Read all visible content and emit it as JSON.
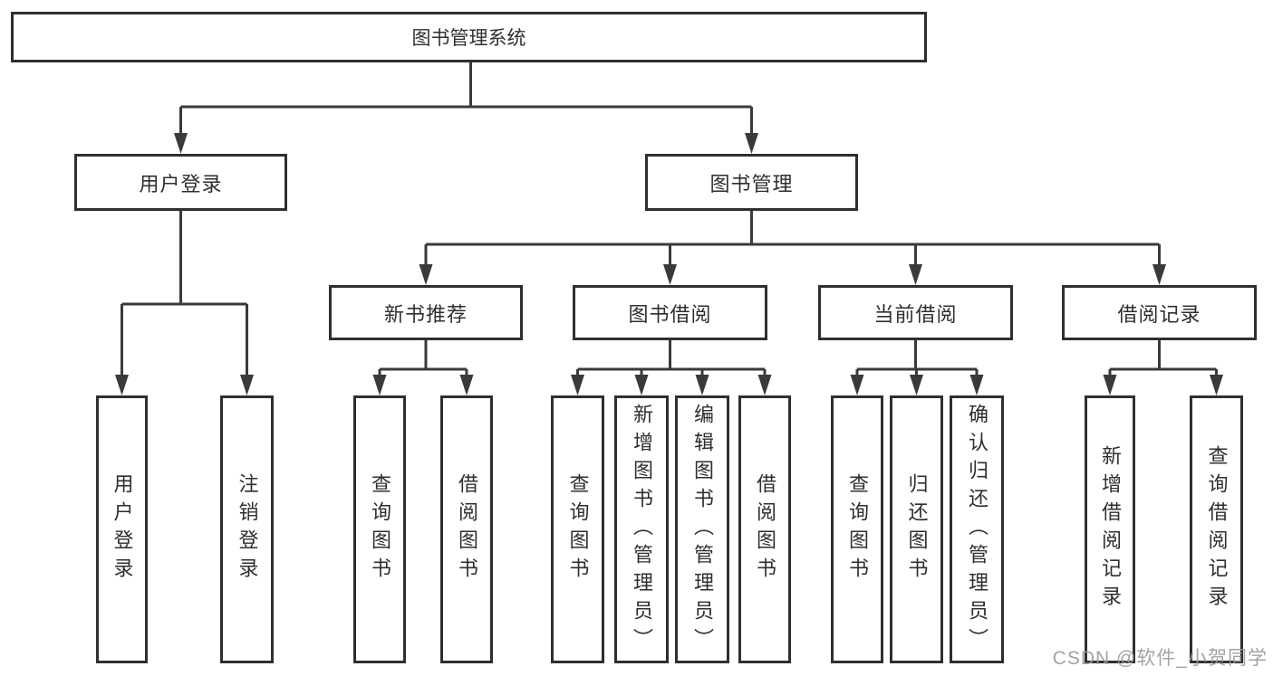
{
  "diagram": {
    "title": "图书管理系统",
    "type": "hierarchy-tree",
    "root": {
      "label": "图书管理系统"
    },
    "level2": [
      {
        "label": "用户登录"
      },
      {
        "label": "图书管理"
      }
    ],
    "level3": [
      {
        "label": "新书推荐"
      },
      {
        "label": "图书借阅"
      },
      {
        "label": "当前借阅"
      },
      {
        "label": "借阅记录"
      }
    ],
    "leaves": [
      {
        "label": "用户登录"
      },
      {
        "label": "注销登录"
      },
      {
        "label": "查询图书"
      },
      {
        "label": "借阅图书"
      },
      {
        "label": "查询图书"
      },
      {
        "label": "新增图书（管理员）"
      },
      {
        "label": "编辑图书（管理员）"
      },
      {
        "label": "借阅图书"
      },
      {
        "label": "查询图书"
      },
      {
        "label": "归还图书"
      },
      {
        "label": "确认归还（管理员）"
      },
      {
        "label": "新增借阅记录"
      },
      {
        "label": "查询借阅记录"
      }
    ],
    "hierarchy": {
      "图书管理系统": {
        "用户登录": [
          "用户登录",
          "注销登录"
        ],
        "图书管理": {
          "新书推荐": [
            "查询图书",
            "借阅图书"
          ],
          "图书借阅": [
            "查询图书",
            "新增图书（管理员）",
            "编辑图书（管理员）",
            "借阅图书"
          ],
          "当前借阅": [
            "查询图书",
            "归还图书",
            "确认归还（管理员）"
          ],
          "借阅记录": [
            "新增借阅记录",
            "查询借阅记录"
          ]
        }
      }
    },
    "colors": {
      "line": "#3a3a3a",
      "box_border": "#2f2f2f",
      "text": "#2f2f2f",
      "background": "#ffffff",
      "watermark": "#9e9699"
    }
  },
  "watermark": {
    "text": "CSDN @软件_小贺同学"
  }
}
